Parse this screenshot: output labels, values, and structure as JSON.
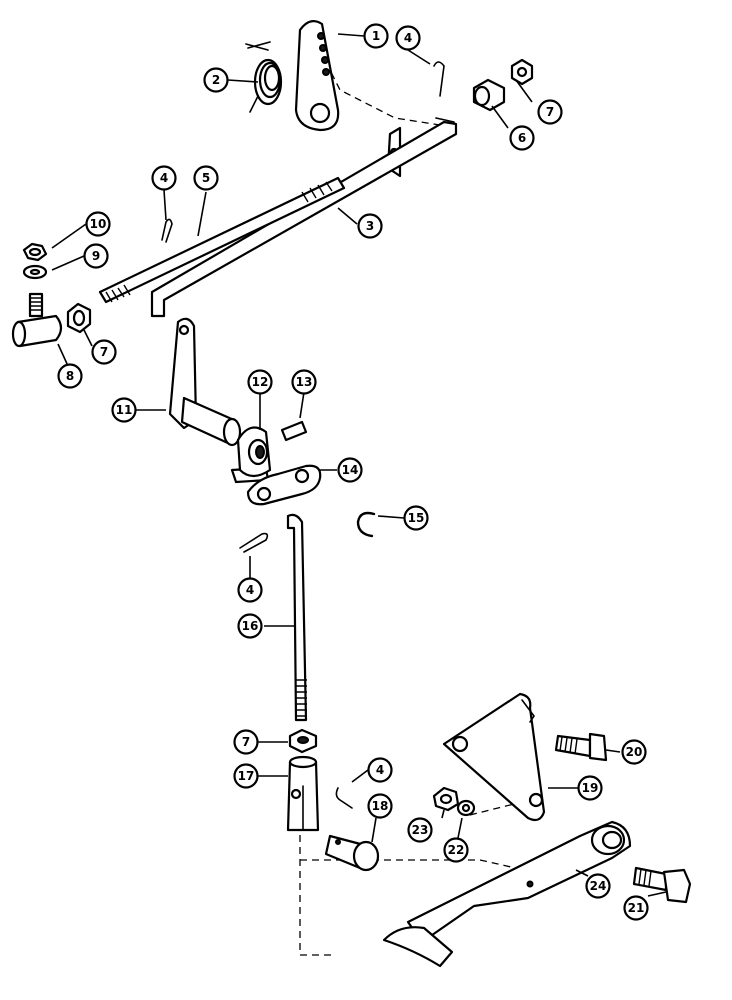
{
  "callouts": [
    {
      "number": "1"
    },
    {
      "number": "2"
    },
    {
      "number": "3"
    },
    {
      "number": "4"
    },
    {
      "number": "5"
    },
    {
      "number": "6"
    },
    {
      "number": "7"
    },
    {
      "number": "8"
    },
    {
      "number": "9"
    },
    {
      "number": "10"
    },
    {
      "number": "11"
    },
    {
      "number": "12"
    },
    {
      "number": "13"
    },
    {
      "number": "14"
    },
    {
      "number": "15"
    },
    {
      "number": "16"
    },
    {
      "number": "17"
    },
    {
      "number": "18"
    },
    {
      "number": "19"
    },
    {
      "number": "20"
    },
    {
      "number": "21"
    },
    {
      "number": "22"
    },
    {
      "number": "23"
    },
    {
      "number": "24"
    }
  ]
}
